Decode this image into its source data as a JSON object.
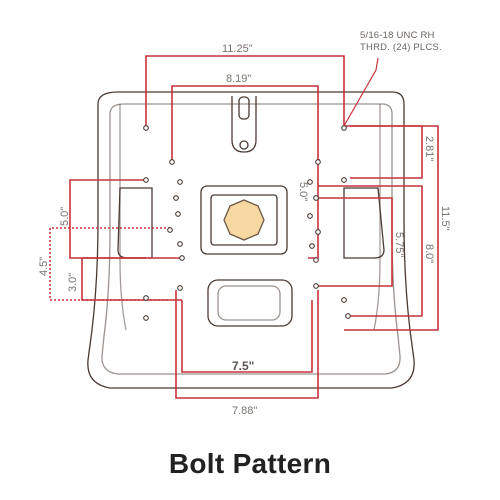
{
  "caption": "Bolt Pattern",
  "note": {
    "line1": "5/16-18 UNC RH",
    "line2": "THRD. (24) PLCS."
  },
  "dimensions": {
    "top_outer": "11.25\"",
    "top_inner": "8.19\"",
    "left_outer_5": "5.0\"",
    "left_4_5": "4.5\"",
    "left_3_0": "3.0\"",
    "right_2_81": "2.81\"",
    "right_11_5": "11.5\"",
    "right_8_0": "8.0\"",
    "right_5_75": "5.75\"",
    "center_5_0": "5.0\"",
    "bottom_7_5": "7.5\"",
    "bottom_7_88": "7.88\""
  },
  "colors": {
    "dimension_line": "#c8323a",
    "outline": "#4a3a33",
    "background": "#ffffff"
  }
}
